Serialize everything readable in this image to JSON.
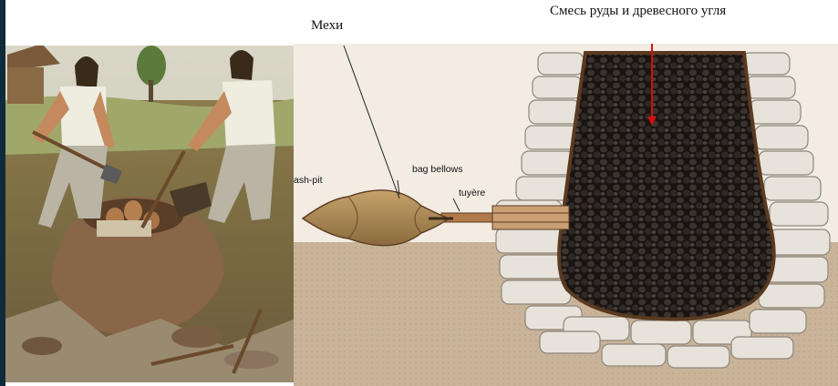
{
  "captions": {
    "bellows_ru": "Мехи",
    "ore_mix_ru": "Смесь руды и древесного угля"
  },
  "labels": {
    "ash_pit": "ash-pit",
    "bag_bellows": "bag bellows",
    "tuyere": "tuyère"
  },
  "colors": {
    "arrow_red": "#d01010",
    "charge_dark": "#1a1410",
    "soil": "#c9b49a"
  }
}
